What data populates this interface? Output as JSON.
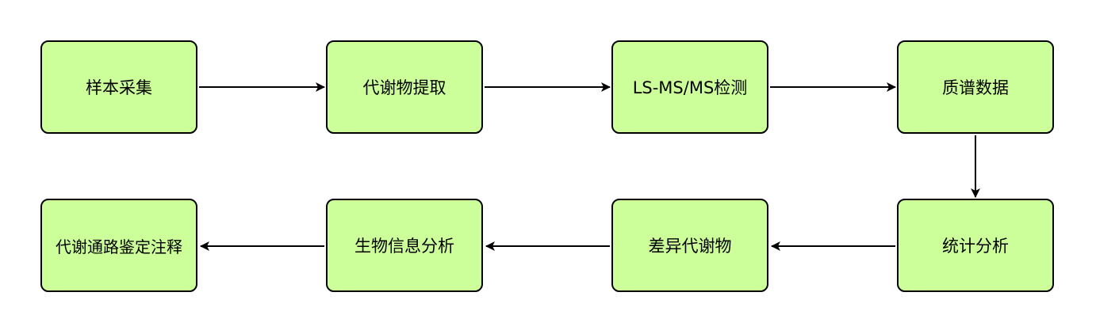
{
  "diagram": {
    "node_fill": "#ccff99",
    "node_border": "#000000",
    "edge_color": "#000000",
    "nodes": [
      {
        "id": "n1",
        "label": "样本采集"
      },
      {
        "id": "n2",
        "label": "代谢物提取"
      },
      {
        "id": "n3",
        "label": "LS-MS/MS检测"
      },
      {
        "id": "n4",
        "label": "质谱数据"
      },
      {
        "id": "n5",
        "label": "统计分析"
      },
      {
        "id": "n6",
        "label": "差异代谢物"
      },
      {
        "id": "n7",
        "label": "生物信息分析"
      },
      {
        "id": "n8",
        "label": "代谢通路鉴定注释"
      }
    ],
    "edges": [
      {
        "from": "n1",
        "to": "n2"
      },
      {
        "from": "n2",
        "to": "n3"
      },
      {
        "from": "n3",
        "to": "n4"
      },
      {
        "from": "n4",
        "to": "n5"
      },
      {
        "from": "n5",
        "to": "n6"
      },
      {
        "from": "n6",
        "to": "n7"
      },
      {
        "from": "n7",
        "to": "n8"
      }
    ]
  }
}
